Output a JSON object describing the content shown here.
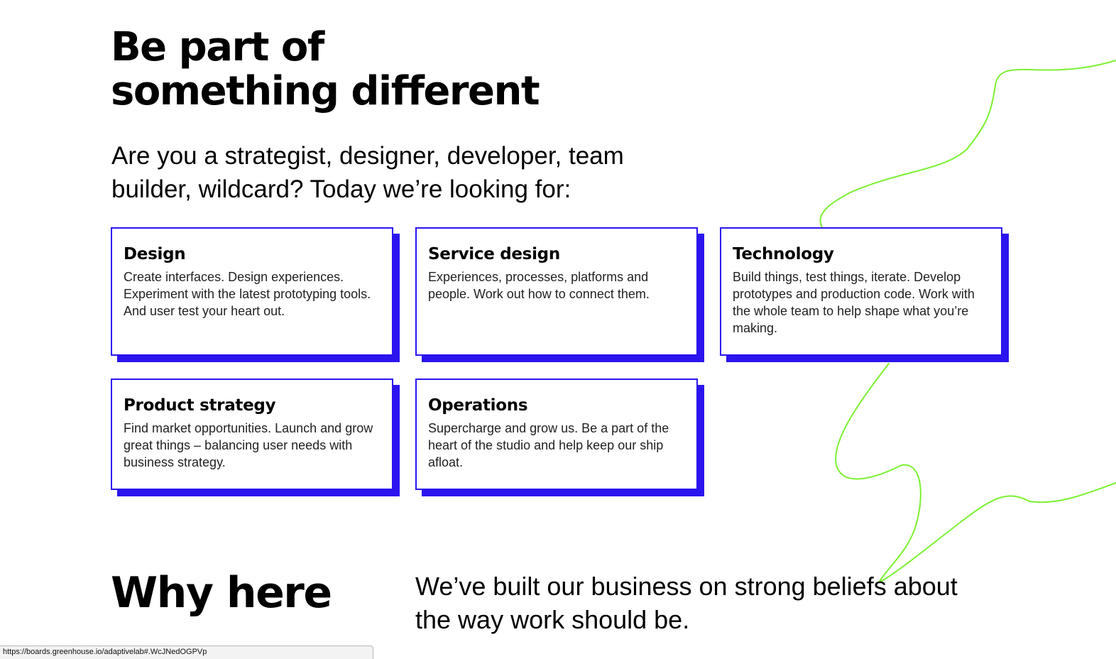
{
  "hero": {
    "title_line1": "Be part of",
    "title_line2": "something different",
    "intro": "Are you a strategist, designer, developer, team builder, wildcard? Today we’re looking for:"
  },
  "cards": [
    {
      "title": "Design",
      "text": "Create interfaces. Design experiences. Experiment with the latest prototyping tools. And user test your heart out."
    },
    {
      "title": "Service design",
      "text": "Experiences, processes, platforms and people. Work out how to connect them."
    },
    {
      "title": "Technology",
      "text": "Build things, test things, iterate. Develop prototypes and production code. Work with the whole team to help shape what you’re making."
    },
    {
      "title": "Product strategy",
      "text": "Find market opportunities. Launch and grow great things – balancing user needs with business strategy."
    },
    {
      "title": "Operations",
      "text": "Supercharge and grow us. Be a part of the heart of the studio and help keep our ship afloat."
    }
  ],
  "why": {
    "title": "Why here",
    "text": "We’ve built our business on strong beliefs about the way work should be."
  },
  "status_bar": {
    "url": "https://boards.greenhouse.io/adaptivelab#.WcJNedOGPVp"
  },
  "colors": {
    "accent_blue": "#2b14ee",
    "squiggle_green": "#7cf032"
  }
}
